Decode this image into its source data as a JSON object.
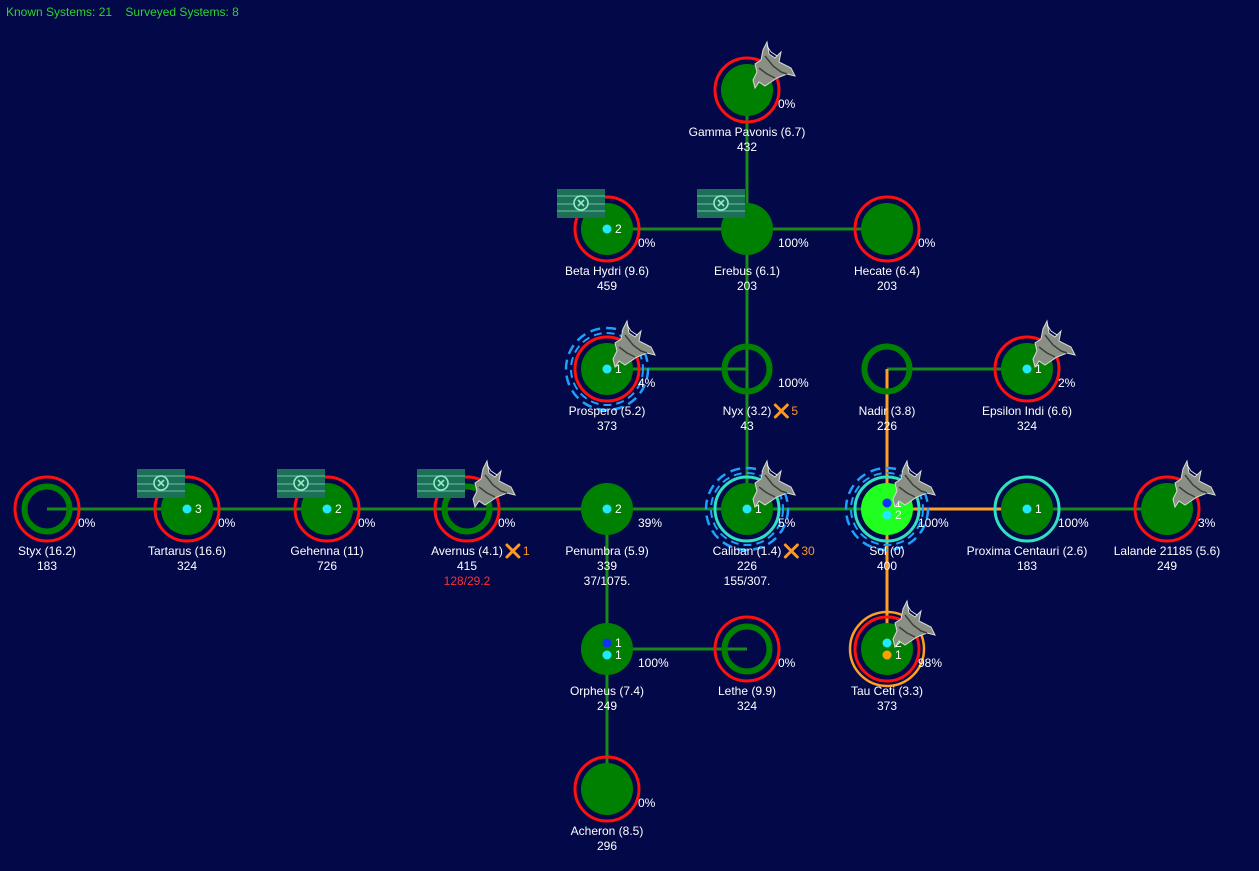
{
  "header": {
    "known_label": "Known Systems: 21",
    "surveyed_label": "Surveyed Systems: 8"
  },
  "colors": {
    "background": "#020848",
    "planet": "#008000",
    "sol": "#20ff20",
    "lane": "#178a17",
    "lane_orange": "#ffa020",
    "ring_red": "#ff1010",
    "ring_cyan": "#30e0c0",
    "ring_orange": "#ffa020",
    "dash_blue": "#1ea0ff",
    "dot_cyan": "#20e8ff",
    "dot_blue": "#1030ff",
    "dot_orange": "#ffa000",
    "text": "#ffffff",
    "header_text": "#2ed52e",
    "warning_red": "#ff3030",
    "hostile_orange": "#ff9820"
  },
  "systems": [
    {
      "id": "gamma",
      "name": "Gamma Pavonis  (6.7)",
      "value": "432",
      "pct": "0%",
      "fill": "full",
      "ring": "red",
      "ship": true
    },
    {
      "id": "beta",
      "name": "Beta Hydri  (9.6)",
      "value": "459",
      "pct": "0%",
      "fill": "full",
      "ring": "red",
      "dots": [
        {
          "c": "cyan",
          "n": "2"
        }
      ],
      "flag": true
    },
    {
      "id": "erebus",
      "name": "Erebus  (6.1)",
      "value": "203",
      "pct": "100%",
      "fill": "full",
      "flag": true
    },
    {
      "id": "hecate",
      "name": "Hecate  (6.4)",
      "value": "203",
      "pct": "0%",
      "fill": "full",
      "ring": "red"
    },
    {
      "id": "prospero",
      "name": "Prospero  (5.2)",
      "value": "373",
      "pct": "4%",
      "fill": "full",
      "ring": "red",
      "dashed": true,
      "dots": [
        {
          "c": "cyan",
          "n": "1"
        }
      ],
      "ship": true
    },
    {
      "id": "nyx",
      "name": "Nyx  (3.2)",
      "value": "43",
      "pct": "100%",
      "fill": "hollow",
      "hostile": "5"
    },
    {
      "id": "nadir",
      "name": "Nadir  (3.8)",
      "value": "226",
      "fill": "hollow"
    },
    {
      "id": "epsilon",
      "name": "Epsilon Indi  (6.6)",
      "value": "324",
      "pct": "2%",
      "fill": "full",
      "ring": "red",
      "dots": [
        {
          "c": "cyan",
          "n": "1"
        }
      ],
      "ship": true
    },
    {
      "id": "styx",
      "name": "Styx  (16.2)",
      "value": "183",
      "pct": "0%",
      "fill": "hollow",
      "ring": "red"
    },
    {
      "id": "tartarus",
      "name": "Tartarus  (16.6)",
      "value": "324",
      "pct": "0%",
      "fill": "full",
      "ring": "red",
      "dots": [
        {
          "c": "cyan",
          "n": "3"
        }
      ],
      "flag": true
    },
    {
      "id": "gehenna",
      "name": "Gehenna  (11)",
      "value": "726",
      "pct": "0%",
      "fill": "full",
      "ring": "red",
      "dots": [
        {
          "c": "cyan",
          "n": "2"
        }
      ],
      "flag": true
    },
    {
      "id": "avernus",
      "name": "Avernus  (4.1)",
      "value": "415",
      "pct": "0%",
      "fill": "hollow",
      "ring": "red",
      "hostile": "1",
      "extra": "128/29.2",
      "flag": true,
      "ship": true
    },
    {
      "id": "penumbra",
      "name": "Penumbra  (5.9)",
      "value": "339",
      "pct": "39%",
      "fill": "full",
      "dots": [
        {
          "c": "cyan",
          "n": "2"
        }
      ],
      "extra": "37/1075."
    },
    {
      "id": "caliban",
      "name": "Caliban  (1.4)",
      "value": "226",
      "pct": "5%",
      "fill": "full",
      "ring": "cyan",
      "dashed": true,
      "dots": [
        {
          "c": "cyan",
          "n": "1"
        }
      ],
      "hostile": "30",
      "extra": "155/307.",
      "ship": true
    },
    {
      "id": "sol",
      "name": "Sol  (0)",
      "value": "400",
      "pct": "100%",
      "fill": "sol",
      "ring": "cyan",
      "dashed": true,
      "dots": [
        {
          "c": "blue",
          "n": "1"
        },
        {
          "c": "cyan",
          "n": "2"
        }
      ],
      "ship": true
    },
    {
      "id": "proxima",
      "name": "Proxima Centauri  (2.6)",
      "value": "183",
      "pct": "100%",
      "fill": "full",
      "ring": "cyan",
      "dots": [
        {
          "c": "cyan",
          "n": "1"
        }
      ]
    },
    {
      "id": "lalande",
      "name": "Lalande 21185  (5.6)",
      "value": "249",
      "pct": "3%",
      "fill": "full",
      "ring": "red",
      "ship": true
    },
    {
      "id": "orpheus",
      "name": "Orpheus  (7.4)",
      "value": "249",
      "pct": "100%",
      "fill": "full",
      "dots": [
        {
          "c": "blue",
          "n": "1"
        },
        {
          "c": "cyan",
          "n": "1"
        }
      ]
    },
    {
      "id": "lethe",
      "name": "Lethe  (9.9)",
      "value": "324",
      "pct": "0%",
      "fill": "hollow",
      "ring": "red"
    },
    {
      "id": "tau",
      "name": "Tau Ceti  (3.3)",
      "value": "373",
      "pct": "98%",
      "fill": "full",
      "ring": "red",
      "ring2": "orange",
      "dots": [
        {
          "c": "cyan",
          "n": "2"
        },
        {
          "c": "orange",
          "n": "1"
        }
      ],
      "ship": true
    },
    {
      "id": "acheron",
      "name": "Acheron  (8.5)",
      "value": "296",
      "pct": "0%",
      "fill": "full",
      "ring": "red"
    }
  ],
  "jump_points": [
    {
      "a": "gamma",
      "b": "erebus"
    },
    {
      "a": "beta",
      "b": "erebus"
    },
    {
      "a": "erebus",
      "b": "hecate"
    },
    {
      "a": "erebus",
      "b": "nyx"
    },
    {
      "a": "prospero",
      "b": "nyx"
    },
    {
      "a": "nyx",
      "b": "caliban"
    },
    {
      "a": "nadir",
      "b": "epsilon"
    },
    {
      "a": "nadir",
      "b": "sol",
      "orange": true
    },
    {
      "a": "styx",
      "b": "tartarus"
    },
    {
      "a": "tartarus",
      "b": "gehenna"
    },
    {
      "a": "gehenna",
      "b": "avernus"
    },
    {
      "a": "avernus",
      "b": "penumbra"
    },
    {
      "a": "penumbra",
      "b": "caliban"
    },
    {
      "a": "caliban",
      "b": "sol"
    },
    {
      "a": "sol",
      "b": "proxima",
      "orange": true
    },
    {
      "a": "proxima",
      "b": "lalande"
    },
    {
      "a": "penumbra",
      "b": "orpheus"
    },
    {
      "a": "orpheus",
      "b": "lethe"
    },
    {
      "a": "orpheus",
      "b": "acheron"
    },
    {
      "a": "sol",
      "b": "tau",
      "orange": true
    }
  ]
}
